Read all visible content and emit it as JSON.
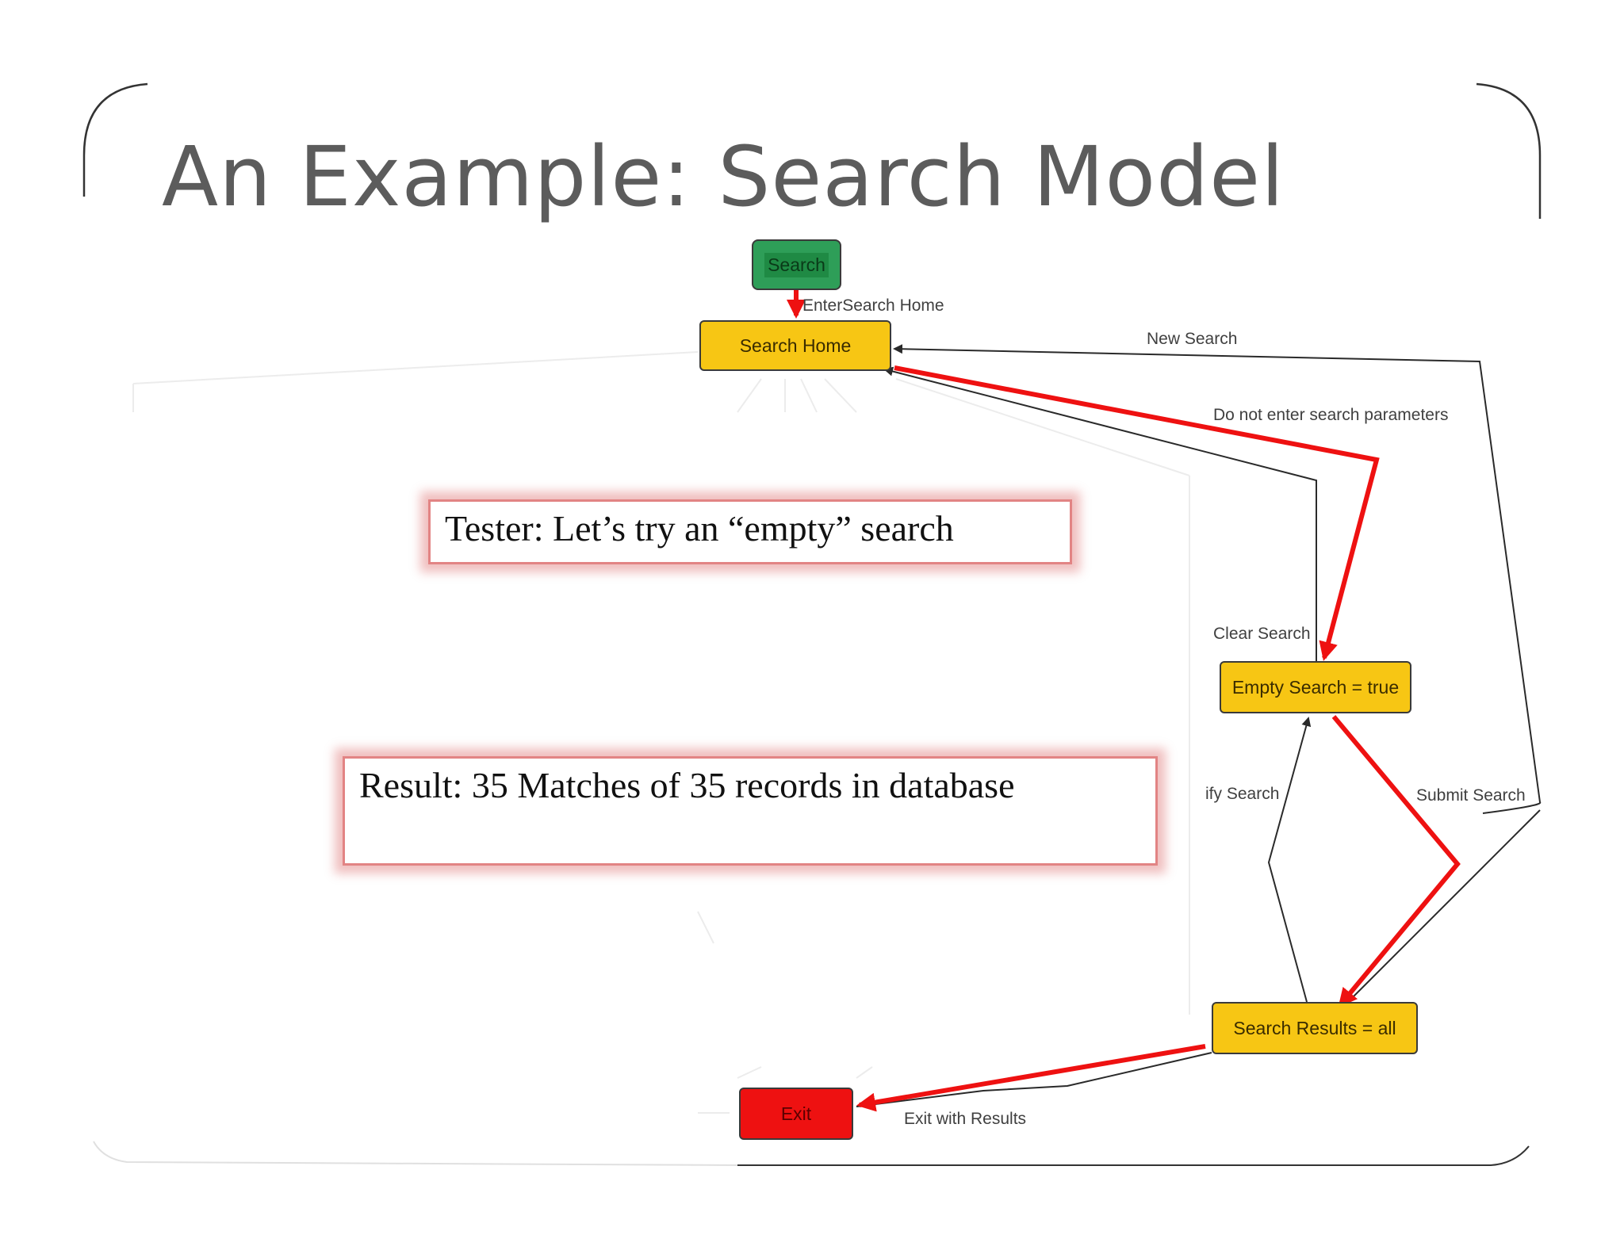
{
  "slide": {
    "title": "An Example: Search Model"
  },
  "nodes": {
    "start": "Search",
    "search_home": "Search Home",
    "empty_search": "Empty Search = true",
    "search_results": "Search Results = all",
    "exit": "Exit"
  },
  "edges": {
    "enter_search_home": "EnterSearch Home",
    "new_search": "New Search",
    "do_not_enter": "Do not enter search parameters",
    "clear_search": "Clear Search",
    "modify_search": "ify Search",
    "submit_search": "Submit Search",
    "exit_with_results": "Exit with Results"
  },
  "callouts": {
    "tester": "Tester: Let’s try an “empty” search",
    "result": "Result: 35 Matches of 35 records in database"
  },
  "colors": {
    "state_fill": "#f7c614",
    "start_fill": "#2e9e58",
    "exit_fill": "#ee1111",
    "path_highlight": "#ee1111",
    "callout_glow": "#d85656"
  }
}
